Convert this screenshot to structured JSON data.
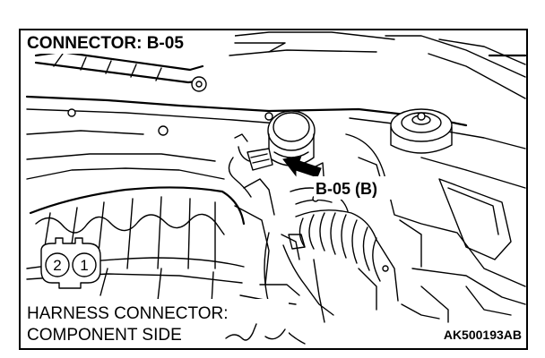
{
  "title": "CONNECTOR: B-05",
  "callout": "B-05 (B)",
  "connector": {
    "pins": [
      "2",
      "1"
    ]
  },
  "caption": {
    "line1": "HARNESS CONNECTOR:",
    "line2": "COMPONENT SIDE"
  },
  "figure_code": "AK500193AB",
  "colors": {
    "ink": "#000000",
    "background": "#ffffff"
  }
}
